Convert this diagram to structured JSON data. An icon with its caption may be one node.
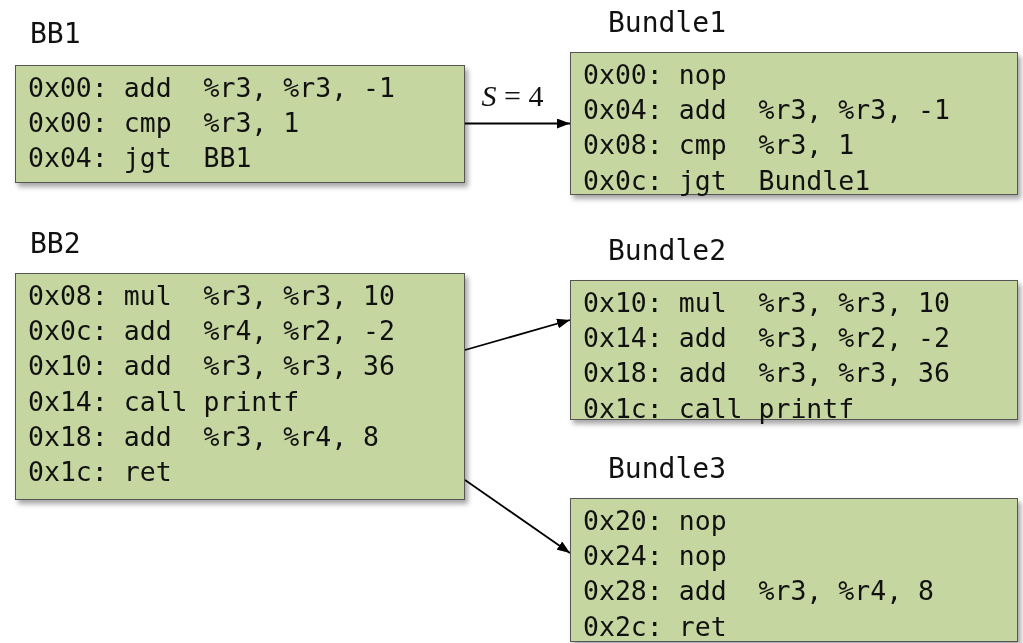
{
  "diagram": {
    "nodes": [
      {
        "text": [
          "BB1",
          "0x00: add  %r3, %r3, -1",
          "0x00: cmp  %r3, 1",
          "0x04: jgt  BB1"
        ]
      },
      {
        "text": [
          "Bundle1",
          "0x00: nop",
          "0x04: add  %r3, %r3, -1",
          "0x08: cmp  %r3, 1",
          "0x0c: jgt  Bundle1"
        ]
      },
      {
        "text": [
          "BB2",
          "0x08: mul  %r3, %r3, 10",
          "0x0c: add  %r4, %r2, -2",
          "0x10: add  %r3, %r3, 36",
          "0x14: call printf",
          "0x18: add  %r3, %r4, 8",
          "0x1c: ret"
        ]
      },
      {
        "text": [
          "Bundle2",
          "0x10: mul  %r3, %r3, 10",
          "0x14: add  %r3, %r2, -2",
          "0x18: add  %r3, %r3, 36",
          "0x1c: call printf"
        ]
      },
      {
        "text": [
          "Bundle3",
          "0x20: nop",
          "0x24: nop",
          "0x28: add  %r3, %r4, 8",
          "0x2c: ret"
        ]
      }
    ],
    "edges": [
      {
        "from": 0,
        "to": 1,
        "arrow": "to",
        "label": "*S* = 4"
      },
      {
        "from": 2,
        "to": 3,
        "arrow": "to"
      },
      {
        "from": 2,
        "to": 4,
        "arrow": "to"
      }
    ]
  }
}
